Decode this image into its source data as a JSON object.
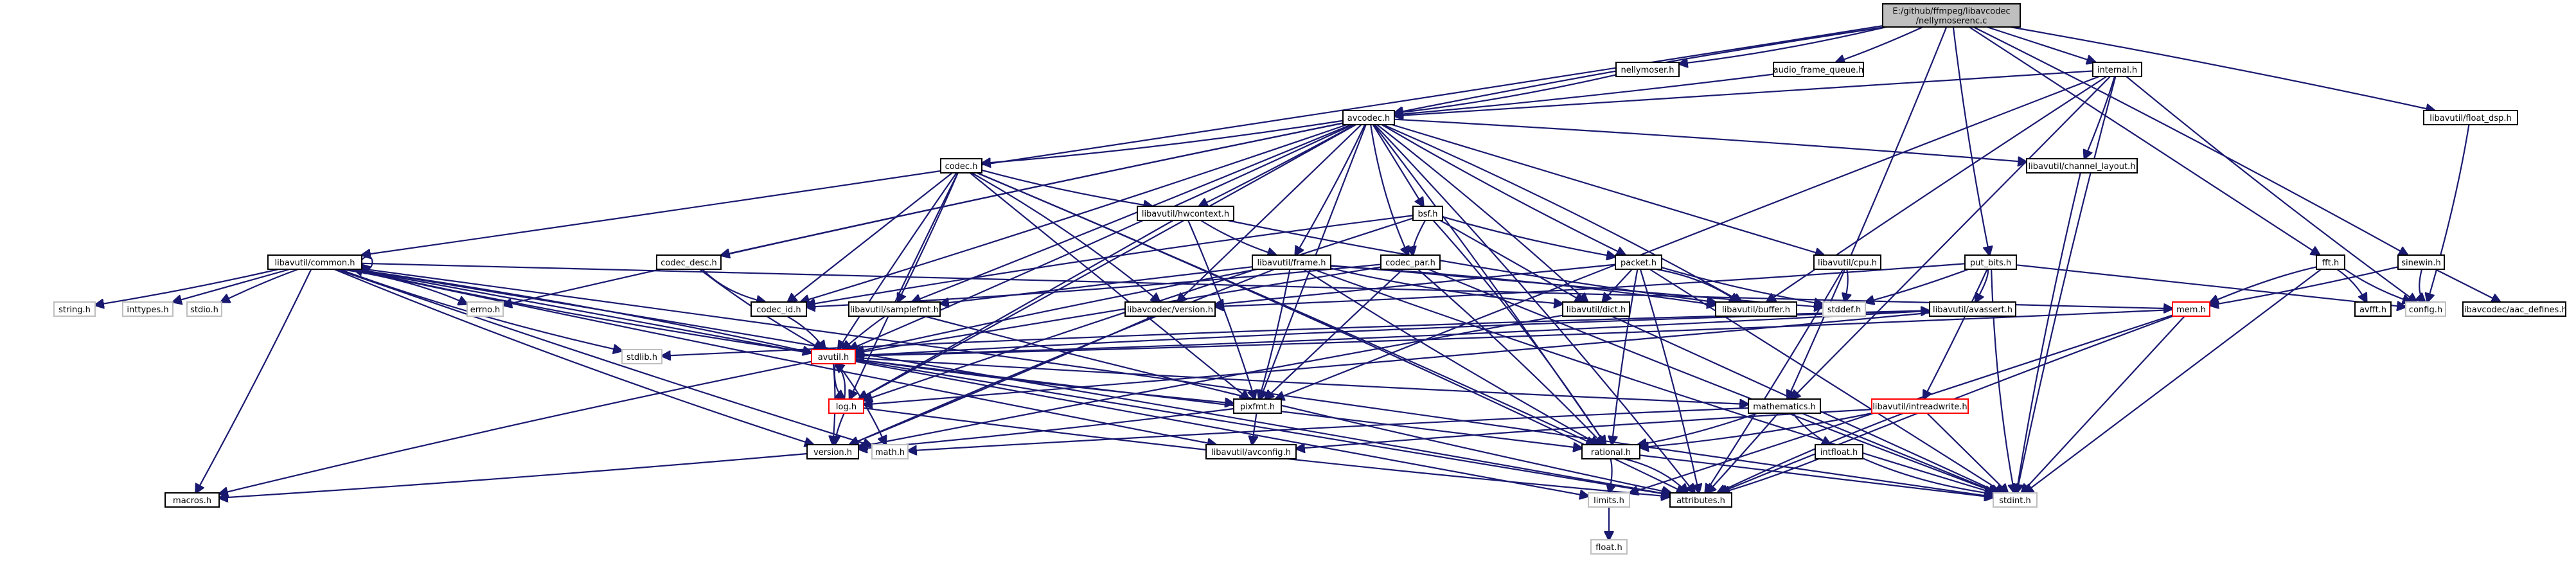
{
  "diagram": {
    "title": "",
    "edge_color": "#191970",
    "root_fill": "#bfbfbf",
    "nodes": [
      {
        "id": "root",
        "label": "E:/github/ffmpeg/libavcodec\n/nellymoserenc.c",
        "style": "root"
      },
      {
        "id": "nellymoser",
        "label": "nellymoser.h",
        "style": "normal"
      },
      {
        "id": "audio_frame_queue",
        "label": "audio_frame_queue.h",
        "style": "normal"
      },
      {
        "id": "internal",
        "label": "internal.h",
        "style": "normal"
      },
      {
        "id": "float_dsp",
        "label": "libavutil/float_dsp.h",
        "style": "normal"
      },
      {
        "id": "avcodec",
        "label": "avcodec.h",
        "style": "normal"
      },
      {
        "id": "channel_layout",
        "label": "libavutil/channel_layout.h",
        "style": "normal"
      },
      {
        "id": "codec",
        "label": "codec.h",
        "style": "normal"
      },
      {
        "id": "hwcontext",
        "label": "libavutil/hwcontext.h",
        "style": "normal"
      },
      {
        "id": "bsf",
        "label": "bsf.h",
        "style": "normal"
      },
      {
        "id": "lav_common",
        "label": "libavutil/common.h",
        "style": "normal"
      },
      {
        "id": "codec_desc",
        "label": "codec_desc.h",
        "style": "normal"
      },
      {
        "id": "lav_frame",
        "label": "libavutil/frame.h",
        "style": "normal"
      },
      {
        "id": "codec_par",
        "label": "codec_par.h",
        "style": "normal"
      },
      {
        "id": "packet",
        "label": "packet.h",
        "style": "normal"
      },
      {
        "id": "lav_cpu",
        "label": "libavutil/cpu.h",
        "style": "normal"
      },
      {
        "id": "put_bits",
        "label": "put_bits.h",
        "style": "normal"
      },
      {
        "id": "fft",
        "label": "fft.h",
        "style": "normal"
      },
      {
        "id": "sinewin",
        "label": "sinewin.h",
        "style": "normal"
      },
      {
        "id": "string",
        "label": "string.h",
        "style": "gray"
      },
      {
        "id": "inttypes",
        "label": "inttypes.h",
        "style": "gray"
      },
      {
        "id": "stdio",
        "label": "stdio.h",
        "style": "gray"
      },
      {
        "id": "errno",
        "label": "errno.h",
        "style": "gray"
      },
      {
        "id": "codec_id",
        "label": "codec_id.h",
        "style": "normal"
      },
      {
        "id": "samplefmt",
        "label": "libavutil/samplefmt.h",
        "style": "normal"
      },
      {
        "id": "lavc_version",
        "label": "libavcodec/version.h",
        "style": "normal"
      },
      {
        "id": "lav_dict",
        "label": "libavutil/dict.h",
        "style": "normal"
      },
      {
        "id": "buffer",
        "label": "libavutil/buffer.h",
        "style": "normal"
      },
      {
        "id": "stddef",
        "label": "stddef.h",
        "style": "gray"
      },
      {
        "id": "avassert",
        "label": "libavutil/avassert.h",
        "style": "normal"
      },
      {
        "id": "mem",
        "label": "mem.h",
        "style": "red"
      },
      {
        "id": "avfft",
        "label": "avfft.h",
        "style": "normal"
      },
      {
        "id": "config",
        "label": "config.h",
        "style": "gray"
      },
      {
        "id": "aac_defines",
        "label": "libavcodec/aac_defines.h",
        "style": "normal"
      },
      {
        "id": "stdlib",
        "label": "stdlib.h",
        "style": "gray"
      },
      {
        "id": "avutil",
        "label": "avutil.h",
        "style": "red"
      },
      {
        "id": "pixfmt",
        "label": "pixfmt.h",
        "style": "normal"
      },
      {
        "id": "log",
        "label": "log.h",
        "style": "red"
      },
      {
        "id": "mathematics",
        "label": "mathematics.h",
        "style": "normal"
      },
      {
        "id": "intreadwrite",
        "label": "libavutil/intreadwrite.h",
        "style": "red"
      },
      {
        "id": "version",
        "label": "version.h",
        "style": "normal"
      },
      {
        "id": "math",
        "label": "math.h",
        "style": "gray"
      },
      {
        "id": "lav_avconfig",
        "label": "libavutil/avconfig.h",
        "style": "normal"
      },
      {
        "id": "rational",
        "label": "rational.h",
        "style": "normal"
      },
      {
        "id": "intfloat",
        "label": "intfloat.h",
        "style": "normal"
      },
      {
        "id": "macros",
        "label": "macros.h",
        "style": "normal"
      },
      {
        "id": "limits",
        "label": "limits.h",
        "style": "gray"
      },
      {
        "id": "attributes",
        "label": "attributes.h",
        "style": "normal"
      },
      {
        "id": "stdint",
        "label": "stdint.h",
        "style": "gray"
      },
      {
        "id": "float",
        "label": "float.h",
        "style": "gray"
      }
    ],
    "edges": [
      [
        "root",
        "nellymoser"
      ],
      [
        "root",
        "audio_frame_queue"
      ],
      [
        "root",
        "internal"
      ],
      [
        "root",
        "float_dsp"
      ],
      [
        "root",
        "avcodec"
      ],
      [
        "root",
        "lav_common"
      ],
      [
        "root",
        "put_bits"
      ],
      [
        "root",
        "fft"
      ],
      [
        "root",
        "sinewin"
      ],
      [
        "root",
        "mathematics"
      ],
      [
        "nellymoser",
        "avcodec"
      ],
      [
        "audio_frame_queue",
        "avcodec"
      ],
      [
        "internal",
        "avcodec"
      ],
      [
        "internal",
        "channel_layout"
      ],
      [
        "internal",
        "buffer"
      ],
      [
        "internal",
        "stdint"
      ],
      [
        "internal",
        "config"
      ],
      [
        "internal",
        "mathematics"
      ],
      [
        "internal",
        "pixfmt"
      ],
      [
        "float_dsp",
        "config"
      ],
      [
        "avcodec",
        "codec"
      ],
      [
        "avcodec",
        "hwcontext"
      ],
      [
        "avcodec",
        "bsf"
      ],
      [
        "avcodec",
        "codec_desc"
      ],
      [
        "avcodec",
        "lav_frame"
      ],
      [
        "avcodec",
        "codec_par"
      ],
      [
        "avcodec",
        "packet"
      ],
      [
        "avcodec",
        "lav_cpu"
      ],
      [
        "avcodec",
        "channel_layout"
      ],
      [
        "avcodec",
        "errno"
      ],
      [
        "avcodec",
        "codec_id"
      ],
      [
        "avcodec",
        "samplefmt"
      ],
      [
        "avcodec",
        "lavc_version"
      ],
      [
        "avcodec",
        "lav_dict"
      ],
      [
        "avcodec",
        "buffer"
      ],
      [
        "avcodec",
        "avutil"
      ],
      [
        "avcodec",
        "log"
      ],
      [
        "avcodec",
        "pixfmt"
      ],
      [
        "avcodec",
        "rational"
      ],
      [
        "avcodec",
        "attributes"
      ],
      [
        "channel_layout",
        "stdint"
      ],
      [
        "codec",
        "hwcontext"
      ],
      [
        "codec",
        "codec_id"
      ],
      [
        "codec",
        "samplefmt"
      ],
      [
        "codec",
        "lavc_version"
      ],
      [
        "codec",
        "avutil"
      ],
      [
        "codec",
        "log"
      ],
      [
        "codec",
        "pixfmt"
      ],
      [
        "codec",
        "rational"
      ],
      [
        "codec",
        "attributes"
      ],
      [
        "hwcontext",
        "buffer"
      ],
      [
        "hwcontext",
        "lav_frame"
      ],
      [
        "hwcontext",
        "log"
      ],
      [
        "hwcontext",
        "pixfmt"
      ],
      [
        "bsf",
        "codec_id"
      ],
      [
        "bsf",
        "codec_par"
      ],
      [
        "bsf",
        "packet"
      ],
      [
        "bsf",
        "lav_dict"
      ],
      [
        "bsf",
        "log"
      ],
      [
        "bsf",
        "rational"
      ],
      [
        "lav_common",
        "lav_common"
      ],
      [
        "lav_common",
        "string"
      ],
      [
        "lav_common",
        "inttypes"
      ],
      [
        "lav_common",
        "stdio"
      ],
      [
        "lav_common",
        "errno"
      ],
      [
        "lav_common",
        "stdlib"
      ],
      [
        "lav_common",
        "math"
      ],
      [
        "lav_common",
        "limits"
      ],
      [
        "lav_common",
        "attributes"
      ],
      [
        "lav_common",
        "macros"
      ],
      [
        "lav_common",
        "version"
      ],
      [
        "lav_common",
        "lav_avconfig"
      ],
      [
        "lav_common",
        "mem"
      ],
      [
        "lav_common",
        "stdint"
      ],
      [
        "lav_common",
        "avutil"
      ],
      [
        "codec_desc",
        "codec_id"
      ],
      [
        "codec_desc",
        "avutil"
      ],
      [
        "lav_frame",
        "stddef"
      ],
      [
        "lav_frame",
        "avutil"
      ],
      [
        "lav_frame",
        "buffer"
      ],
      [
        "lav_frame",
        "lav_dict"
      ],
      [
        "lav_frame",
        "rational"
      ],
      [
        "lav_frame",
        "samplefmt"
      ],
      [
        "lav_frame",
        "pixfmt"
      ],
      [
        "lav_frame",
        "version"
      ],
      [
        "lav_frame",
        "stdint"
      ],
      [
        "codec_par",
        "stdint"
      ],
      [
        "codec_par",
        "avutil"
      ],
      [
        "codec_par",
        "rational"
      ],
      [
        "codec_par",
        "pixfmt"
      ],
      [
        "codec_par",
        "codec_id"
      ],
      [
        "packet",
        "stddef"
      ],
      [
        "packet",
        "stdint"
      ],
      [
        "packet",
        "attributes"
      ],
      [
        "packet",
        "buffer"
      ],
      [
        "packet",
        "lav_dict"
      ],
      [
        "packet",
        "rational"
      ],
      [
        "packet",
        "lavc_version"
      ],
      [
        "lav_cpu",
        "stddef"
      ],
      [
        "lav_cpu",
        "attributes"
      ],
      [
        "put_bits",
        "stdint"
      ],
      [
        "put_bits",
        "stddef"
      ],
      [
        "put_bits",
        "config"
      ],
      [
        "put_bits",
        "intreadwrite"
      ],
      [
        "put_bits",
        "avassert"
      ],
      [
        "put_bits",
        "lavc_version"
      ],
      [
        "fft",
        "config"
      ],
      [
        "fft",
        "stdint"
      ],
      [
        "fft",
        "avfft"
      ],
      [
        "fft",
        "mem"
      ],
      [
        "sinewin",
        "config"
      ],
      [
        "sinewin",
        "mem"
      ],
      [
        "sinewin",
        "aac_defines"
      ],
      [
        "codec_id",
        "avutil"
      ],
      [
        "samplefmt",
        "avutil"
      ],
      [
        "samplefmt",
        "attributes"
      ],
      [
        "lavc_version",
        "version"
      ],
      [
        "lav_dict",
        "stdint"
      ],
      [
        "lav_dict",
        "version"
      ],
      [
        "avassert",
        "stdlib"
      ],
      [
        "avassert",
        "avutil"
      ],
      [
        "avassert",
        "log"
      ],
      [
        "mem",
        "limits"
      ],
      [
        "mem",
        "stdint"
      ],
      [
        "mem",
        "attributes"
      ],
      [
        "mem",
        "avutil"
      ],
      [
        "avutil",
        "mathematics"
      ],
      [
        "avutil",
        "rational"
      ],
      [
        "avutil",
        "version"
      ],
      [
        "avutil",
        "macros"
      ],
      [
        "avutil",
        "log"
      ],
      [
        "avutil",
        "pixfmt"
      ],
      [
        "avutil",
        "attributes"
      ],
      [
        "avutil",
        "math"
      ],
      [
        "avutil",
        "avassert"
      ],
      [
        "avutil",
        "lav_common"
      ],
      [
        "pixfmt",
        "version"
      ],
      [
        "pixfmt",
        "lav_avconfig"
      ],
      [
        "log",
        "stdarg_dummy"
      ],
      [
        "log",
        "avutil"
      ],
      [
        "log",
        "attributes"
      ],
      [
        "log",
        "version"
      ],
      [
        "mathematics",
        "stdint"
      ],
      [
        "mathematics",
        "math"
      ],
      [
        "mathematics",
        "attributes"
      ],
      [
        "mathematics",
        "rational"
      ],
      [
        "mathematics",
        "intfloat"
      ],
      [
        "intreadwrite",
        "stdint"
      ],
      [
        "intreadwrite",
        "lav_avconfig"
      ],
      [
        "intreadwrite",
        "attributes"
      ],
      [
        "intreadwrite",
        "rational"
      ],
      [
        "version",
        "macros"
      ],
      [
        "rational",
        "stdint"
      ],
      [
        "rational",
        "limits"
      ],
      [
        "rational",
        "attributes"
      ],
      [
        "intfloat",
        "stdint"
      ],
      [
        "intfloat",
        "attributes"
      ],
      [
        "limits",
        "float"
      ]
    ]
  }
}
